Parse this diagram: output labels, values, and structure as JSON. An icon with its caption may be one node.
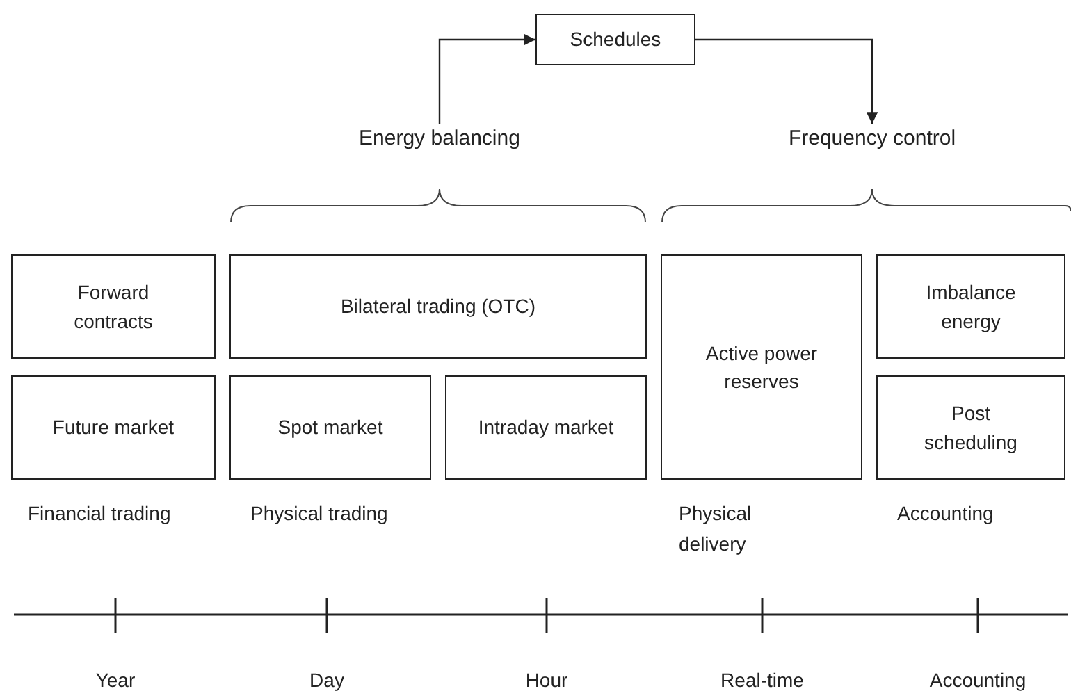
{
  "diagram": {
    "nodes": [
      {
        "text": [
          "Schedules"
        ]
      },
      {
        "text": [
          "Energy balancing"
        ]
      },
      {
        "text": [
          "Frequency control"
        ]
      },
      {
        "text": [
          "Forward contracts"
        ]
      },
      {
        "text": [
          "Bilateral trading (OTC)"
        ]
      },
      {
        "text": [
          "Active power reserves"
        ]
      },
      {
        "text": [
          "Imbalance energy"
        ]
      },
      {
        "text": [
          "Future market"
        ]
      },
      {
        "text": [
          "Spot market"
        ]
      },
      {
        "text": [
          "Intraday market"
        ]
      },
      {
        "text": [
          "Post scheduling"
        ]
      }
    ],
    "edges": [
      {
        "from": 1,
        "to": 0,
        "arrow": "to"
      },
      {
        "from": 0,
        "to": 2,
        "arrow": "to"
      }
    ],
    "labels": [
      "Financial trading",
      "Physical trading",
      "Physical delivery",
      "Accounting",
      "Year",
      "Day",
      "Hour",
      "Real-time",
      "Accounting"
    ]
  }
}
